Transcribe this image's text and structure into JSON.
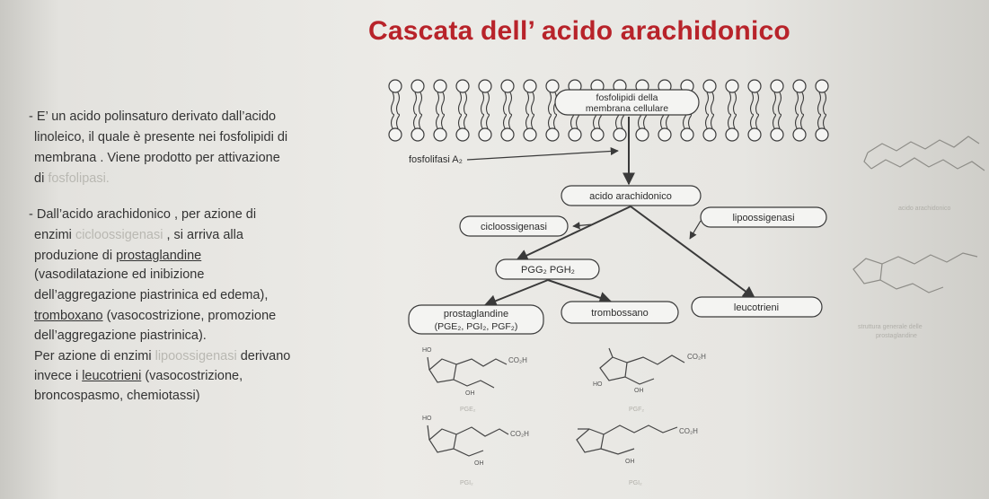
{
  "title": "Cascata dell’ acido arachidonico",
  "left_text": {
    "p1_l1": "- E’ un acido polinsaturo derivato dall’acido",
    "p1_l2": "linoleico, il quale è presente nei fosfolipidi di",
    "p1_l3": "membrana . Viene prodotto per attivazione",
    "p1_l4_a": "di ",
    "p1_l4_b": "fosfolipasi.",
    "p2_l1": "- Dall’acido arachidonico  , per azione di",
    "p2_l2_a": "enzimi ",
    "p2_l2_b": "cicloossigenasi",
    "p2_l2_c": "  , si arriva alla",
    "p2_l3_a": "produzione di ",
    "p2_l3_b": "prostaglandine",
    "p2_l4": "(vasodilatazione ed inibizione",
    "p2_l5": "dell’aggregazione piastrinica ed edema),",
    "p2_l6_a": "tromboxano",
    "p2_l6_b": " (vasocostrizione, promozione",
    "p2_l7": "dell’aggregazione piastrinica).",
    "p3_l1_a": "Per azione di enzimi ",
    "p3_l1_b": "lipoossigenasi",
    "p3_l1_c": "  derivano",
    "p3_l2_a": "invece i ",
    "p3_l2_b": "leucotrieni",
    "p3_l2_c": "  (vasocostrizione,",
    "p3_l3": "broncospasmo, chemiotassi)"
  },
  "diagram": {
    "membrane_label_l1": "fosfolipidi della",
    "membrane_label_l2": "membrana cellulare",
    "phospholipase": "fosfolifasi A₂",
    "arachidonic": "acido arachidonico",
    "cyclooxygenase": "cicloossigenasi",
    "lipoxygenase": "lipoossigenasi",
    "pgg_pgh": "PGG₂ PGH₂",
    "prostaglandins_l1": "prostaglandine",
    "prostaglandins_l2": "(PGE₂, PGI₂, PGF₂)",
    "thromboxane": "trombossano",
    "leukotrienes": "leucotrieni"
  },
  "molecules": {
    "m1_label": "PGE₂",
    "m2_label": "PGF₂",
    "m3_label": "PGI₂",
    "m4_label": "PGI₂",
    "cooh": "CO₂H",
    "oh": "OH",
    "ho": "HO",
    "right_caption_1": "struttura generale delle",
    "right_caption_2": "prostaglandine",
    "right_top_caption": "acido arachidonico"
  },
  "colors": {
    "title": "#b8232a",
    "text": "#333333",
    "faint": "#b9b8b2",
    "box_fill": "#f4f4f2",
    "line": "#3a3a3a"
  }
}
